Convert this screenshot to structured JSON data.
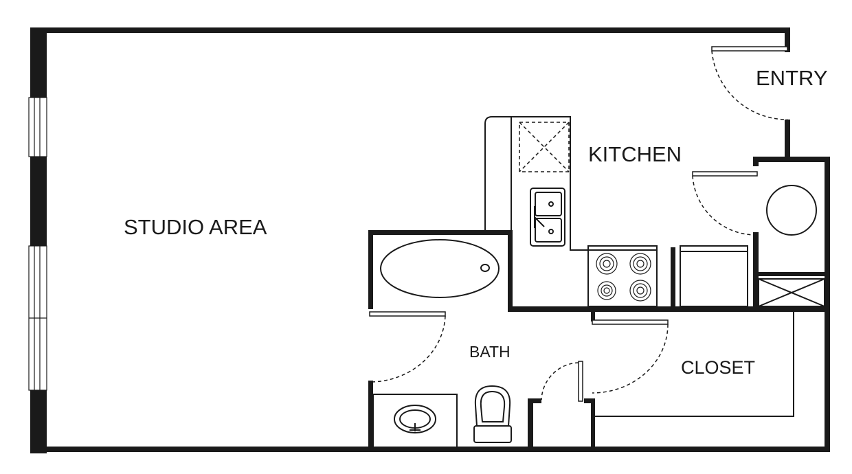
{
  "rooms": {
    "studio": "STUDIO AREA",
    "entry": "ENTRY",
    "kitchen": "KITCHEN",
    "bath": "BATH",
    "closet": "CLOSET"
  },
  "colors": {
    "wall": "#1a1a1a",
    "background": "#ffffff"
  },
  "fixtures": [
    "refrigerator",
    "kitchen-sink",
    "range-4-burner",
    "dishwasher",
    "water-heater",
    "hvac-unit",
    "bathtub",
    "bath-sink",
    "toilet",
    "windows"
  ]
}
